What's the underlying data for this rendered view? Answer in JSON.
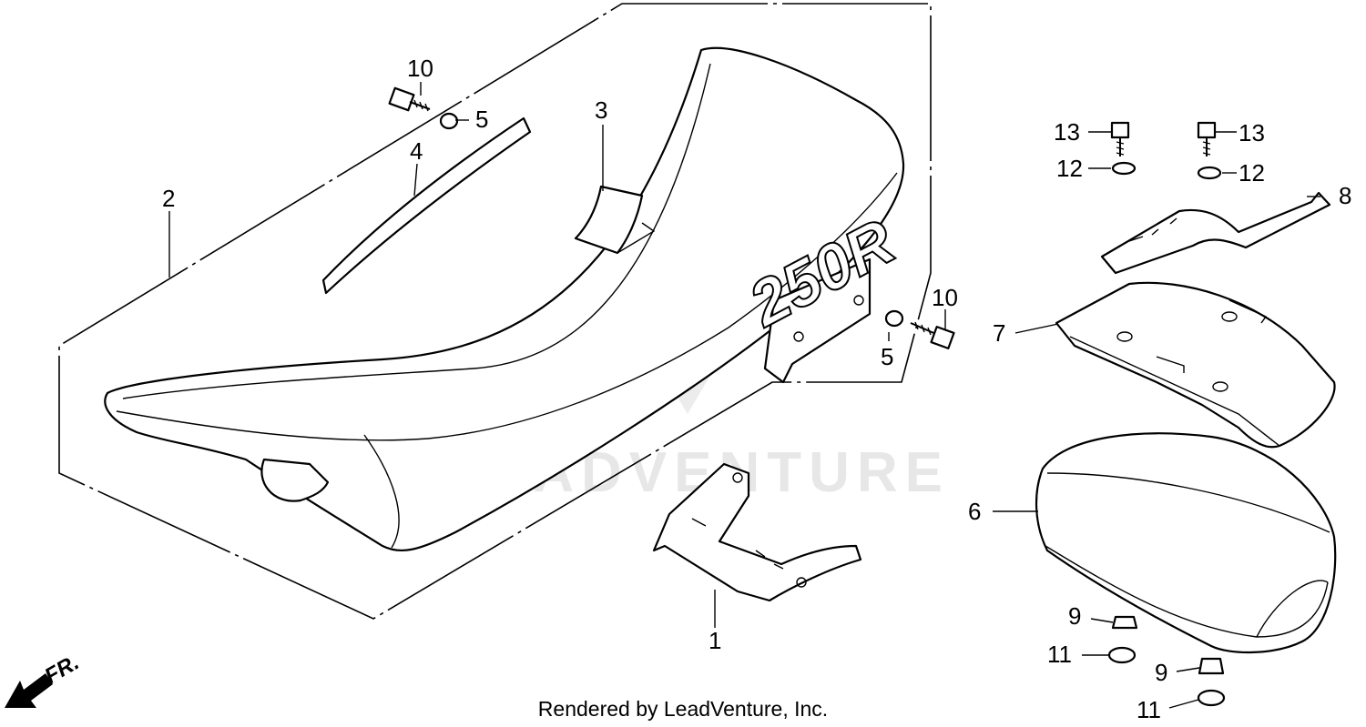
{
  "watermark": {
    "text": "LEADVENTURE"
  },
  "seat_emblem": "250R",
  "direction": {
    "label": "FR."
  },
  "credit": "Rendered by LeadVenture, Inc.",
  "callouts": [
    {
      "id": "c1",
      "label": "1"
    },
    {
      "id": "c2",
      "label": "2"
    },
    {
      "id": "c3",
      "label": "3"
    },
    {
      "id": "c4",
      "label": "4"
    },
    {
      "id": "c5a",
      "label": "5"
    },
    {
      "id": "c5b",
      "label": "5"
    },
    {
      "id": "c6",
      "label": "6"
    },
    {
      "id": "c7",
      "label": "7"
    },
    {
      "id": "c8",
      "label": "8"
    },
    {
      "id": "c9a",
      "label": "9"
    },
    {
      "id": "c9b",
      "label": "9"
    },
    {
      "id": "c10a",
      "label": "10"
    },
    {
      "id": "c10b",
      "label": "10"
    },
    {
      "id": "c11a",
      "label": "11"
    },
    {
      "id": "c11b",
      "label": "11"
    },
    {
      "id": "c12a",
      "label": "12"
    },
    {
      "id": "c12b",
      "label": "12"
    },
    {
      "id": "c13a",
      "label": "13"
    },
    {
      "id": "c13b",
      "label": "13"
    }
  ]
}
